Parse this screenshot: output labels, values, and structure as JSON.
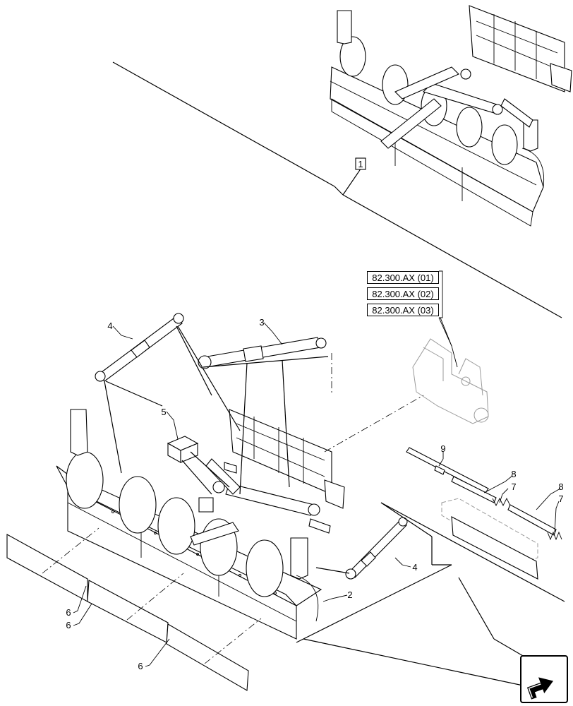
{
  "diagram": {
    "assembly_callout": "1",
    "callouts": {
      "c2": "2",
      "c3": "3",
      "c4a": "4",
      "c4b": "4",
      "c5": "5",
      "c6a": "6",
      "c6b": "6",
      "c6c": "6",
      "c7a": "7",
      "c7b": "7",
      "c8a": "8",
      "c8b": "8",
      "c9": "9"
    },
    "references": [
      "82.300.AX (01)",
      "82.300.AX (02)",
      "82.300.AX (03)"
    ],
    "nav_icon": "next-page-arrow-icon",
    "colors": {
      "line": "#000000",
      "ghost": "#9a9a9a",
      "background": "#ffffff"
    }
  }
}
